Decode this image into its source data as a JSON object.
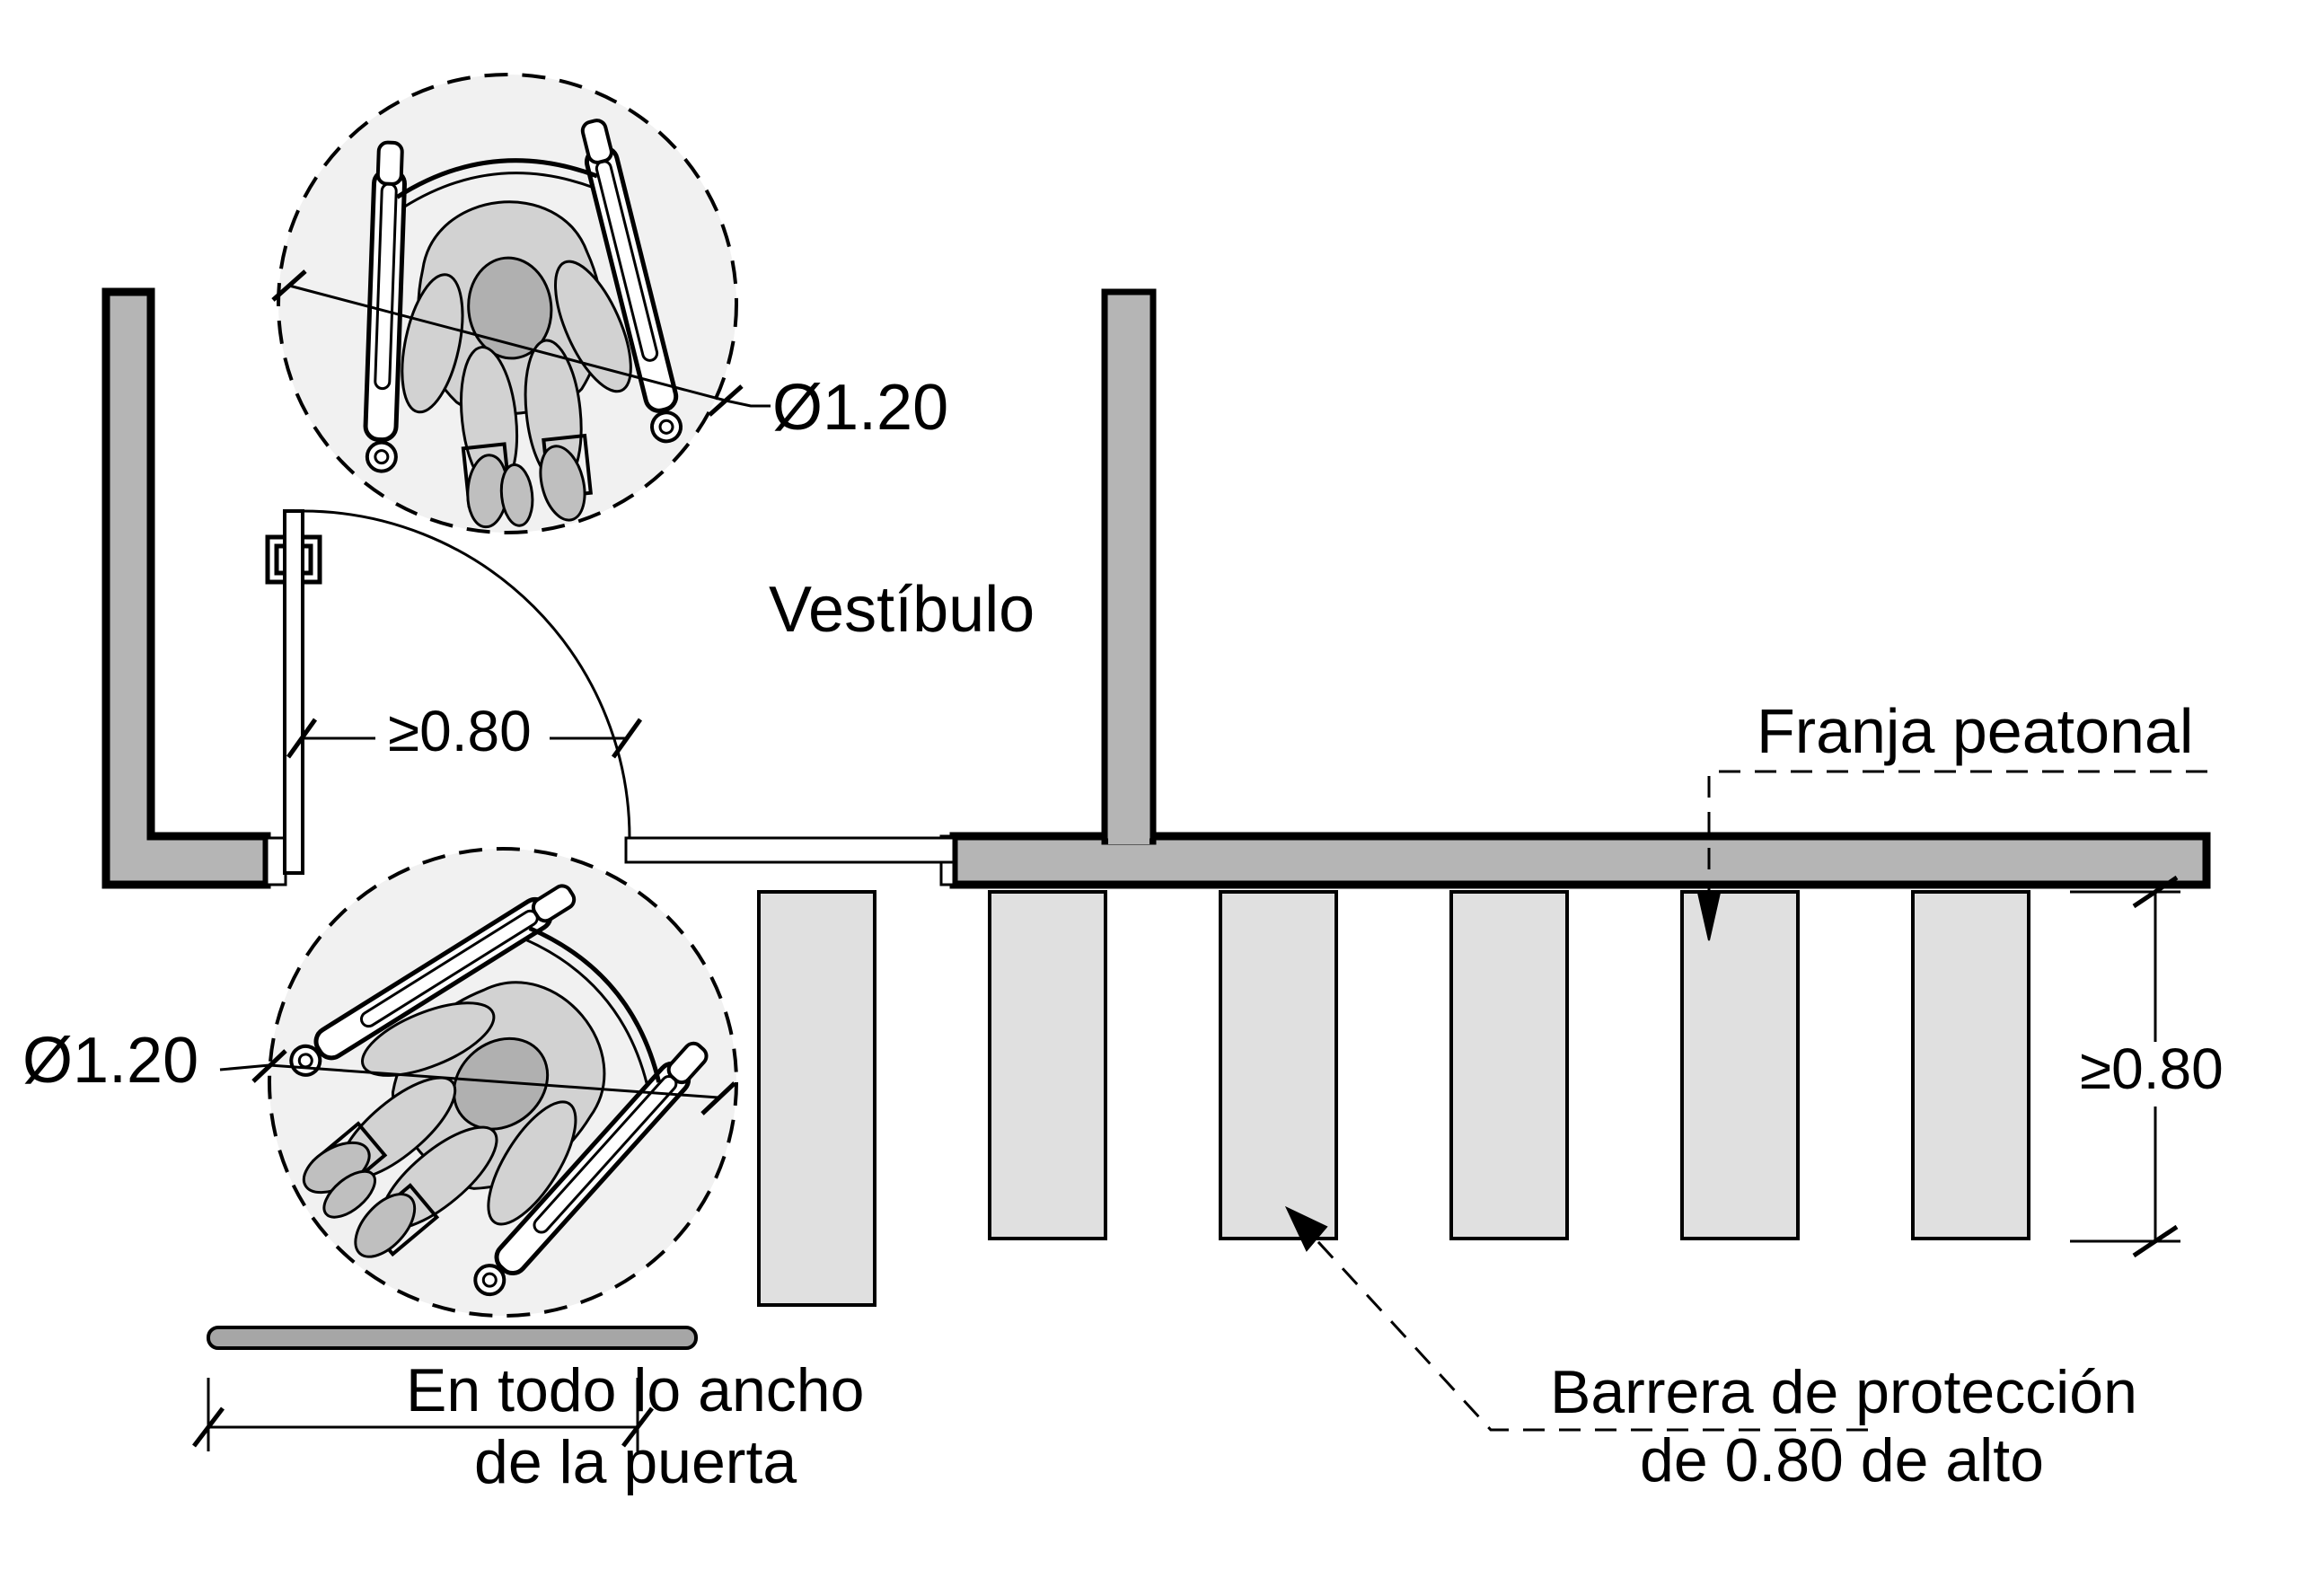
{
  "drawing": {
    "type": "accessibility-floor-plan",
    "labels": {
      "room": "Vestíbulo",
      "turning_circle_top": "Ø1.20",
      "turning_circle_bottom": "Ø1.20",
      "door_clear_width": "≥0.80",
      "pedestrian_strip": "Franja peatonal",
      "strip_min_width": "≥0.80",
      "door_full_width_line1": "En todo lo ancho",
      "door_full_width_line2": "de la puerta",
      "barrier_line1": "Barrera de protección",
      "barrier_line2": "de 0.80 de alto"
    },
    "dimensions": {
      "turning_circle_diameter_m": 1.2,
      "door_clear_width_m": 0.8,
      "pedestrian_strip_width_m": 0.8,
      "barrier_height_m": 0.8
    },
    "barrier_posts": {
      "count": 6
    },
    "colors": {
      "wall": "#b5b5b5",
      "wall_line": "#000000",
      "barrier": "#e0e0e0",
      "circle_fill": "#f1f1f1",
      "bar": "#a6a6a6",
      "body": "#d2d2d2",
      "head": "#b0b0b0",
      "foot": "#bfbfbf",
      "line": "#000000"
    }
  }
}
